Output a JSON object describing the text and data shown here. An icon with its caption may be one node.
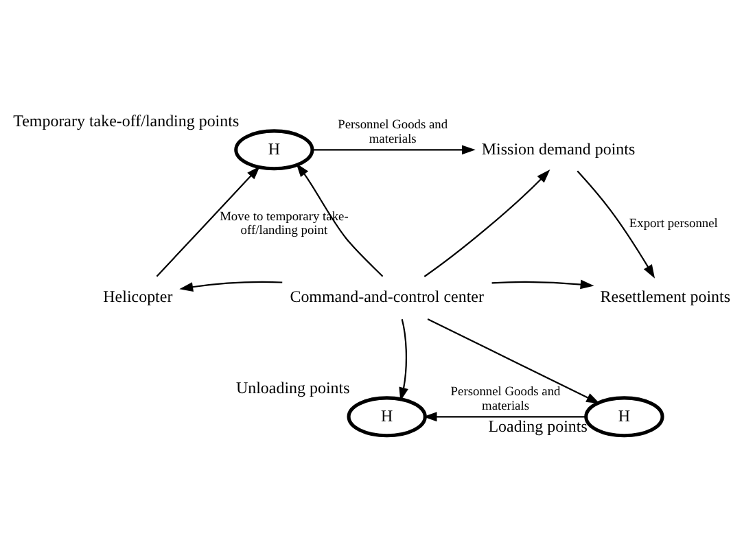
{
  "diagram": {
    "nodes": [
      {
        "text": [
          "H"
        ],
        "beside": [
          "Temporary take-off/landing points"
        ]
      },
      {
        "text": [
          "Mission demand points"
        ]
      },
      {
        "text": [
          "Helicopter"
        ]
      },
      {
        "text": [
          "Command-and-control center"
        ]
      },
      {
        "text": [
          "Resettlement points"
        ]
      },
      {
        "text": [
          "H"
        ],
        "beside": [
          "Unloading points"
        ]
      },
      {
        "text": [
          "H"
        ],
        "beside": [
          "Loading points"
        ]
      }
    ],
    "edges": [
      {
        "from": 2,
        "to": 0,
        "arrow": "to",
        "label": "Move to temporary take-off/landing point"
      },
      {
        "from": 0,
        "to": 1,
        "arrow": "to",
        "label": "Personnel Goods and materials"
      },
      {
        "from": 1,
        "to": 4,
        "arrow": "to",
        "label": "Export personnel"
      },
      {
        "from": 3,
        "to": 0,
        "arrow": "to"
      },
      {
        "from": 3,
        "to": 1,
        "arrow": "to"
      },
      {
        "from": 3,
        "to": 2,
        "arrow": "to"
      },
      {
        "from": 3,
        "to": 4,
        "arrow": "to"
      },
      {
        "from": 3,
        "to": 5,
        "arrow": "to"
      },
      {
        "from": 3,
        "to": 6,
        "arrow": "to"
      },
      {
        "from": 6,
        "to": 5,
        "arrow": "to",
        "label": "Personnel Goods and materials"
      }
    ]
  }
}
